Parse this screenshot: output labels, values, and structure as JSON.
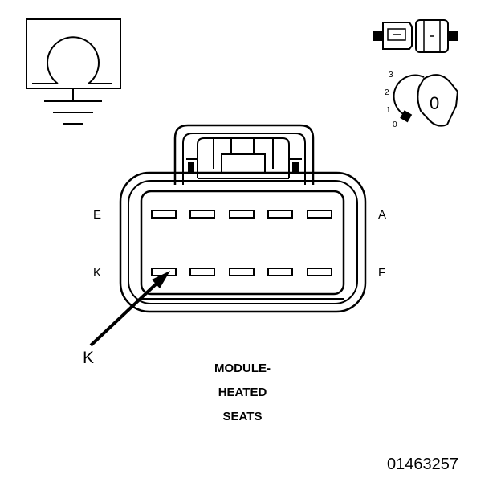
{
  "pin_labels": {
    "top_left": "E",
    "top_right": "A",
    "bottom_left": "K",
    "bottom_right": "F"
  },
  "callout_label": "K",
  "title_lines": [
    "MODULE-",
    "HEATED",
    "SEATS"
  ],
  "ignition_positions": [
    "3",
    "2",
    "1",
    "0"
  ],
  "ignition_key_symbol": "0",
  "part_number": "01463257"
}
